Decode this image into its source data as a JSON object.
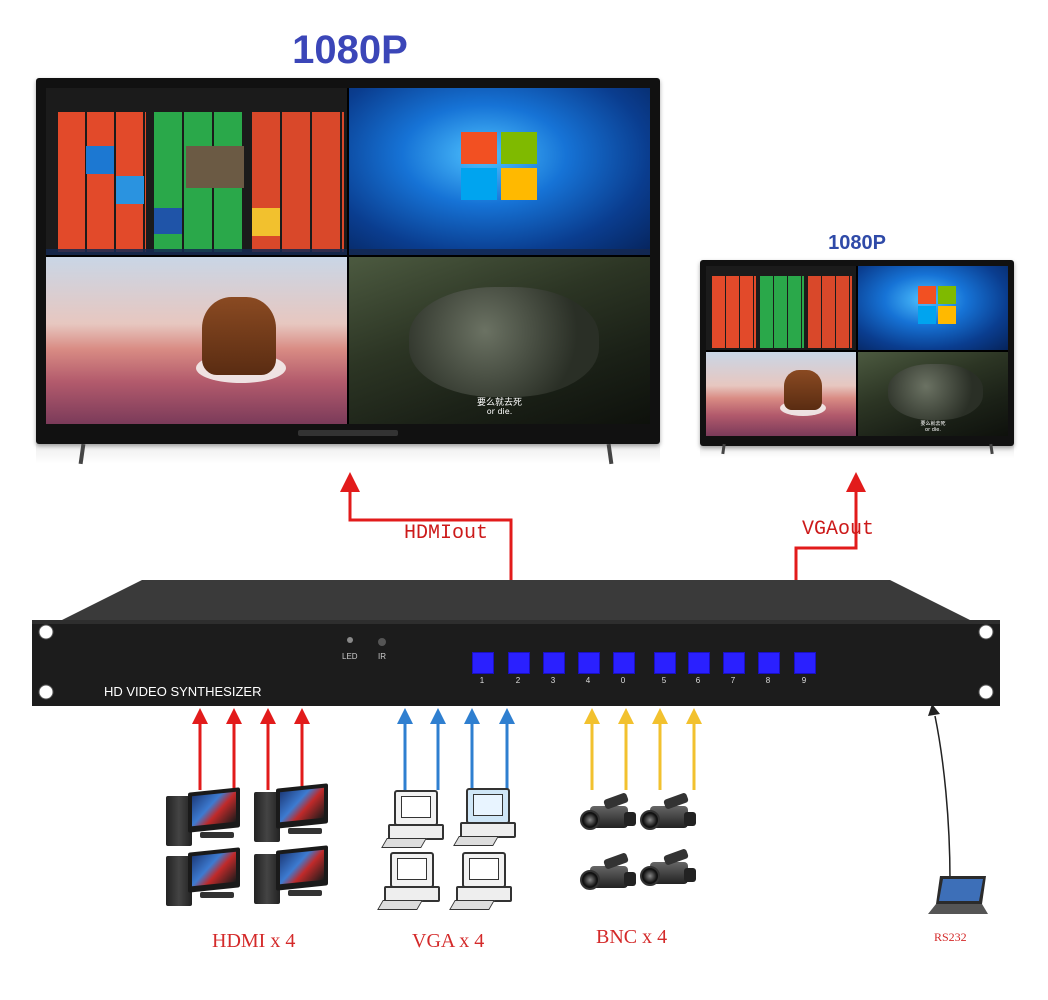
{
  "main_display": {
    "resolution_label": "1080P",
    "subtitle_cn": "要么就去死",
    "subtitle_en": "or die."
  },
  "secondary_display": {
    "resolution_label": "1080P",
    "subtitle_cn": "要么就去死",
    "subtitle_en": "or die."
  },
  "outputs": {
    "hdmi_label": "HDMIout",
    "vga_label": "VGAout"
  },
  "device": {
    "name": "HD VIDEO SYNTHESIZER",
    "led_label": "LED",
    "ir_label": "IR",
    "buttons": [
      "1",
      "2",
      "3",
      "4",
      "0",
      "5",
      "6",
      "7",
      "8",
      "9"
    ],
    "button_color": "#2a20ff",
    "body_color": "#1c1c1c"
  },
  "inputs": {
    "hdmi": {
      "label": "HDMI x 4",
      "color": "#e21b1b",
      "count": 4
    },
    "vga": {
      "label": "VGA x 4",
      "color": "#2f7fd0",
      "count": 4
    },
    "bnc": {
      "label": "BNC x 4",
      "color": "#f2c12e",
      "count": 4
    }
  },
  "control": {
    "label": "RS232"
  },
  "colors": {
    "title_blue": "#3b46b8",
    "arrow_red": "#e21b1b",
    "label_red": "#cc1a1a"
  }
}
